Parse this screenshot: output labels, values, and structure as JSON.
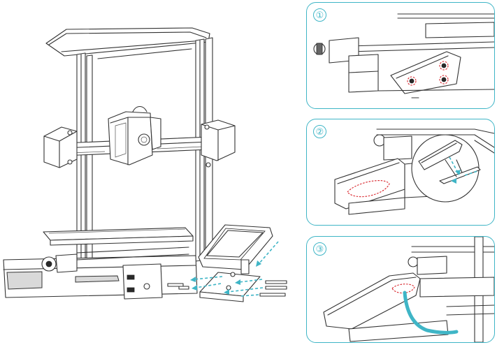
{
  "steps": [
    {
      "label": "①"
    },
    {
      "label": "②"
    },
    {
      "label": "③"
    }
  ],
  "colors": {
    "accent": "#3fb5c6",
    "highlight": "#d8232a",
    "line": "#333333"
  }
}
